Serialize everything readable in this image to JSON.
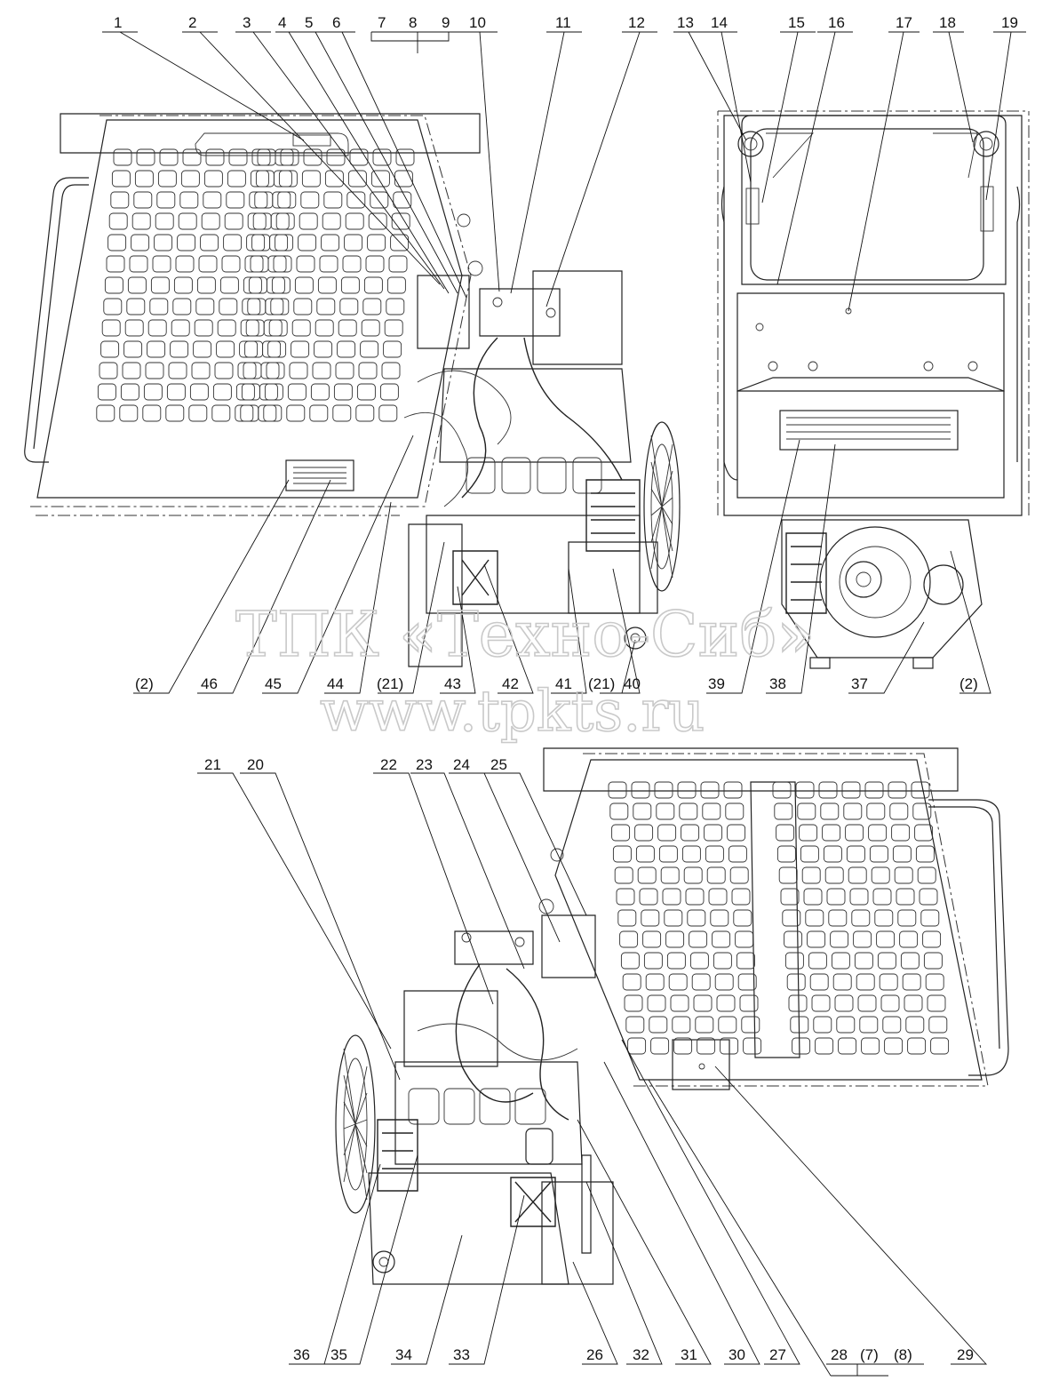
{
  "watermark": {
    "line1": "ТПК «Техно-Сиб»",
    "line2": "www.tpkts.ru"
  },
  "callouts_top": [
    "1",
    "2",
    "3",
    "4",
    "5",
    "6",
    "7",
    "8",
    "9",
    "10",
    "11",
    "12",
    "13",
    "14",
    "15",
    "16",
    "17",
    "18",
    "19"
  ],
  "callouts_mid": [
    "(2)",
    "46",
    "45",
    "44",
    "(21)",
    "43",
    "42",
    "41",
    "(21)",
    "40",
    "39",
    "38",
    "37",
    "(2)"
  ],
  "callouts_lower_top": [
    "21",
    "20",
    "22",
    "23",
    "24",
    "25"
  ],
  "callouts_bottom": [
    "36",
    "35",
    "34",
    "33",
    "26",
    "32",
    "31",
    "30",
    "27",
    "28",
    "(7)",
    "(8)",
    "29"
  ]
}
